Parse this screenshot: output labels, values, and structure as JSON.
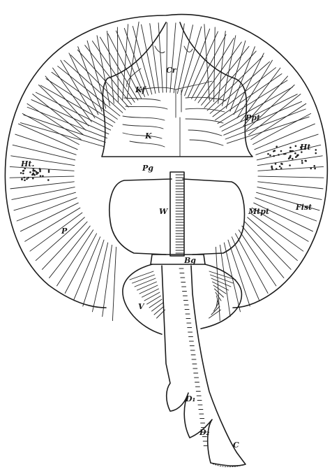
{
  "figure": {
    "labels": {
      "cr": "Cr",
      "kf": "Kf",
      "ppt": "Ppt",
      "k": "K",
      "ht_left": "Ht.",
      "ht_right": "Ht",
      "pg": "Pg",
      "w": "W",
      "mtpt": "Mtpt",
      "fist": "Fist",
      "p": "P",
      "bg": "Bg",
      "v": "V",
      "d1": "D₁",
      "d2": "D₂",
      "c": "C"
    }
  }
}
